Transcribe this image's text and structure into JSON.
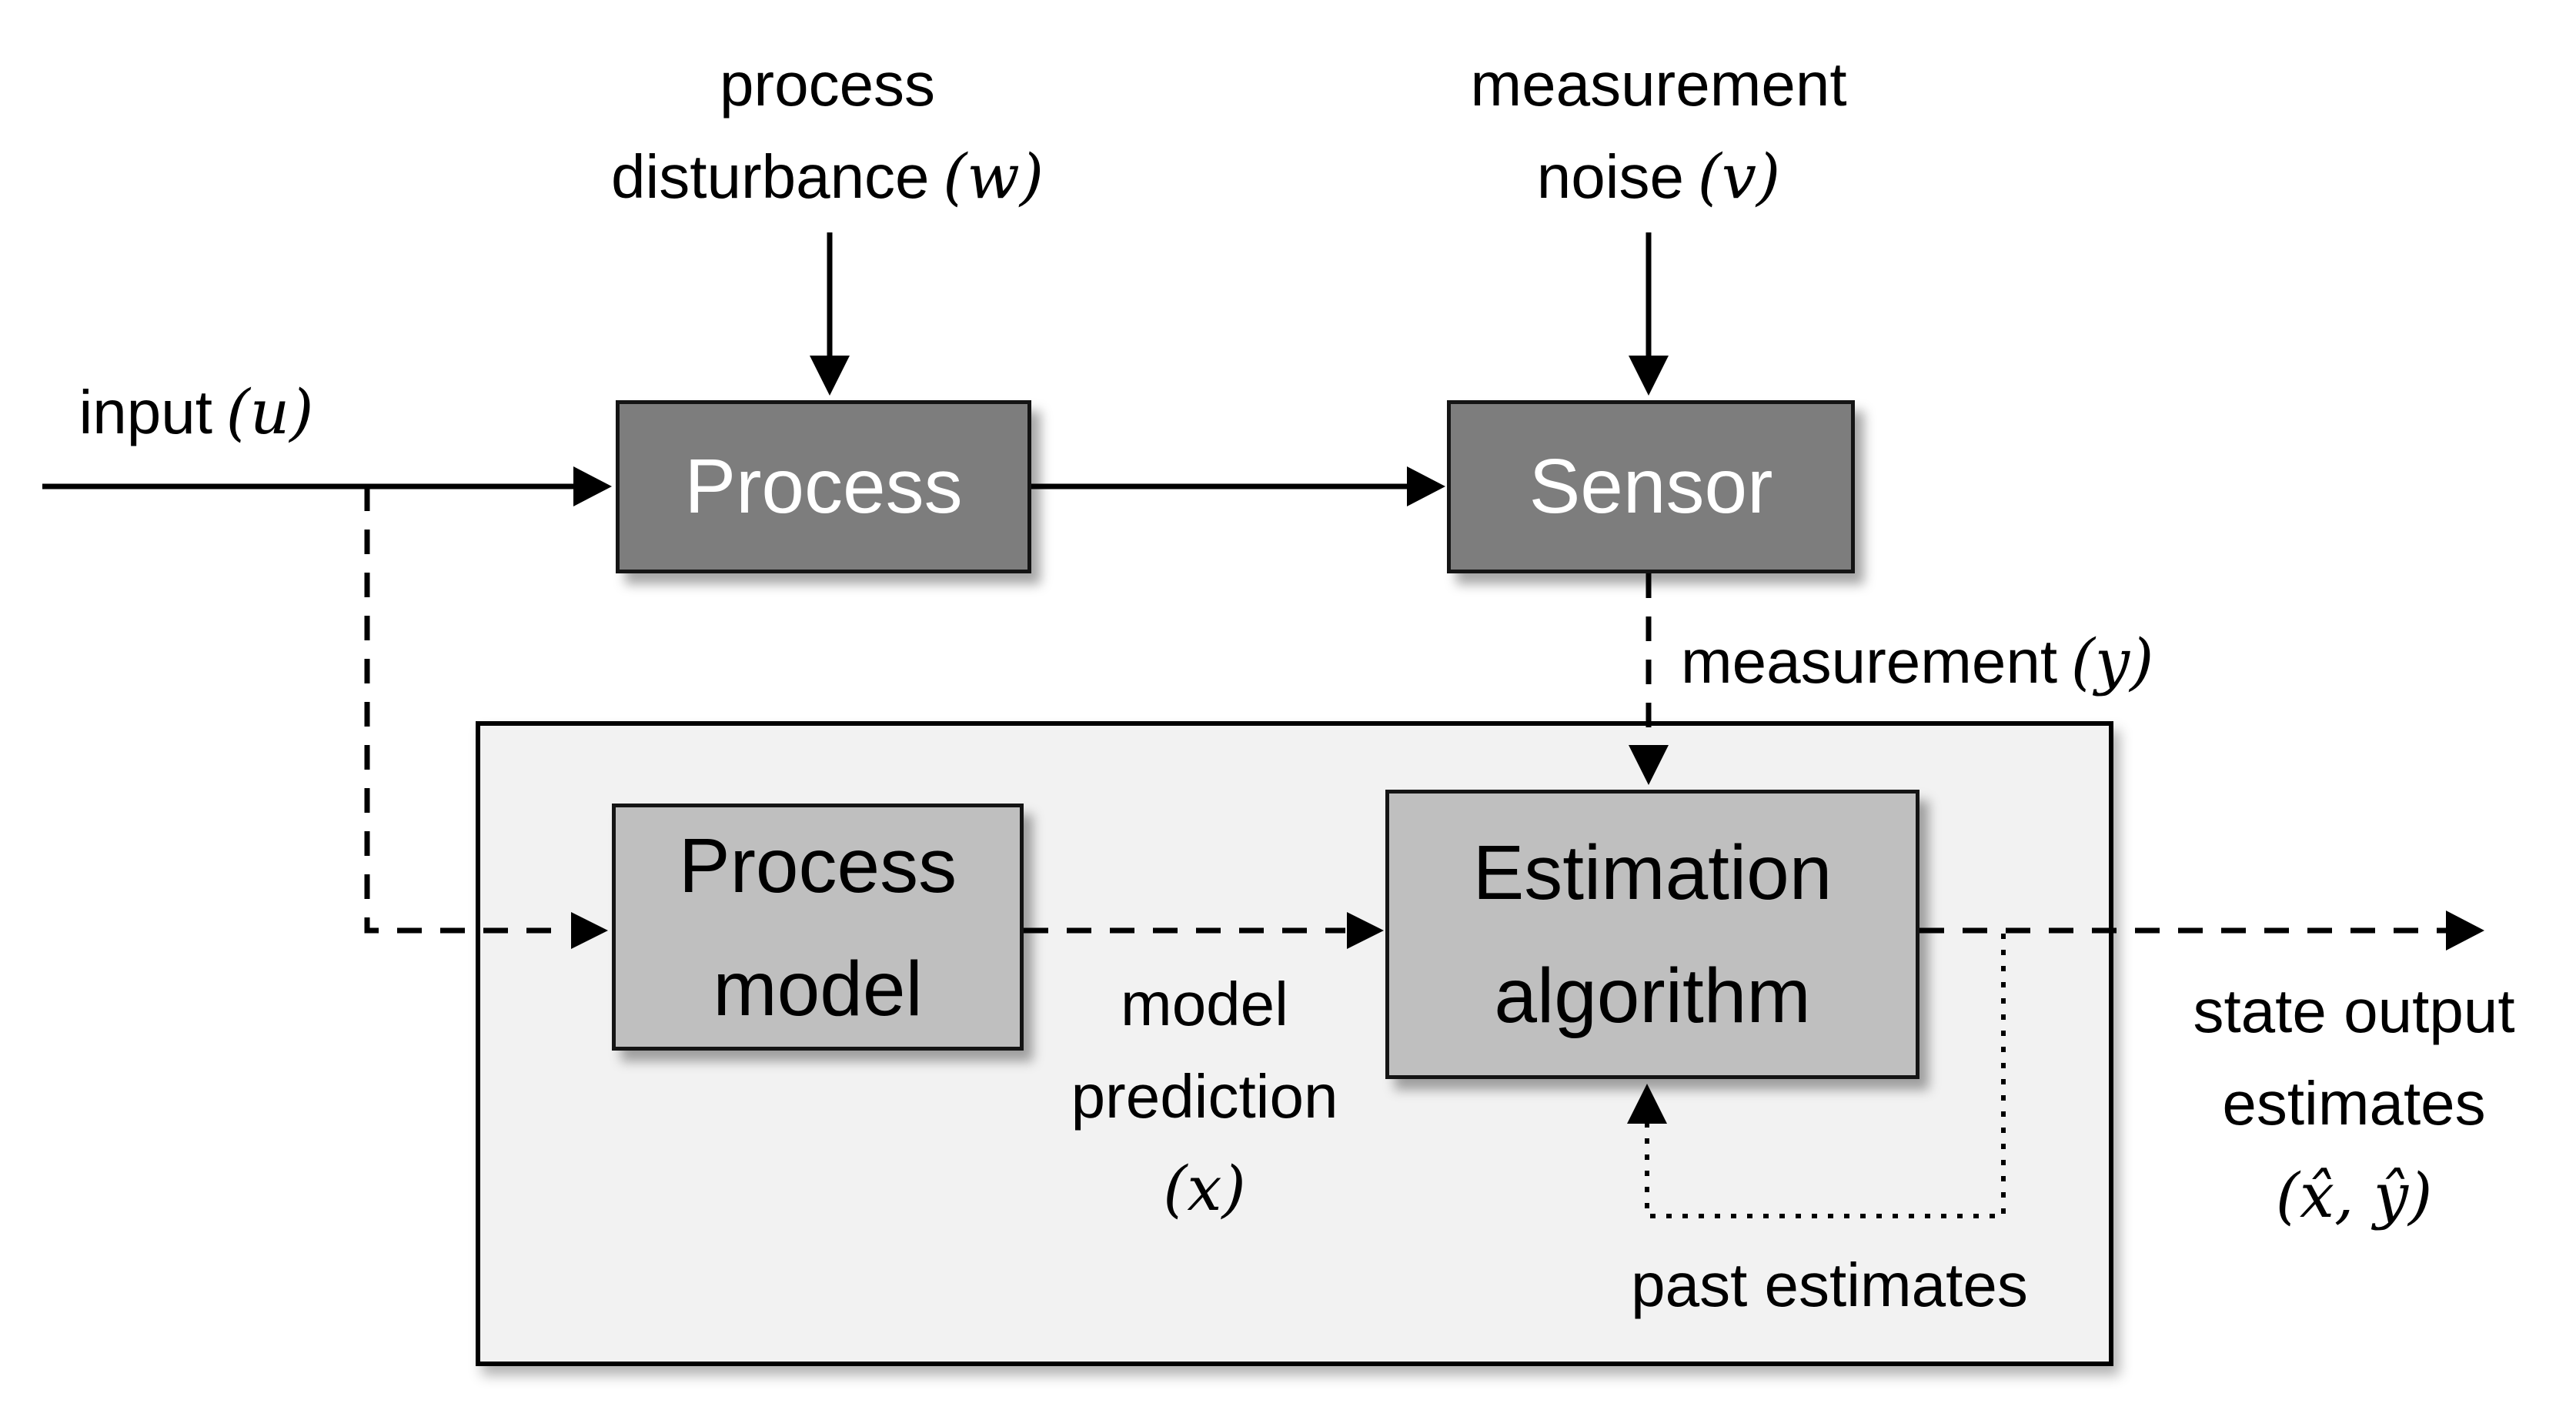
{
  "colors": {
    "background": "#ffffff",
    "dark_box_fill": "#7d7d7d",
    "dark_box_text": "#ffffff",
    "inner_box_fill": "#bfbfbf",
    "panel_fill": "#f2f2f2",
    "line": "#000000",
    "label_text": "#000000"
  },
  "boxes": {
    "process": {
      "label": "Process"
    },
    "sensor": {
      "label": "Sensor"
    },
    "process_model": {
      "line1": "Process",
      "line2": "model"
    },
    "estimation_algorithm": {
      "line1": "Estimation",
      "line2": "algorithm"
    }
  },
  "labels": {
    "input": {
      "text": "input",
      "symbol": "(u)"
    },
    "process_disturbance": {
      "line1": "process",
      "line2": "disturbance",
      "symbol": "(w)"
    },
    "measurement_noise": {
      "line1": "measurement",
      "line2": "noise",
      "symbol": "(v)"
    },
    "measurement": {
      "text": "measurement",
      "symbol": "(y)"
    },
    "model_prediction": {
      "line1": "model",
      "line2": "prediction",
      "symbol": "(x)"
    },
    "past_estimates": {
      "text": "past estimates"
    },
    "state_output_estimates": {
      "line1": "state output",
      "line2": "estimates",
      "symbol": "(x̂, ŷ)"
    }
  },
  "connectors": [
    {
      "id": "input-line",
      "from": "input (u)",
      "to": "Process",
      "style": "solid-arrow"
    },
    {
      "id": "input-branch",
      "from": "input (u)",
      "to": "Process model",
      "style": "dashed-arrow"
    },
    {
      "id": "disturbance-arrow",
      "from": "process disturbance (w)",
      "to": "Process",
      "style": "solid-arrow"
    },
    {
      "id": "noise-arrow",
      "from": "measurement noise (v)",
      "to": "Sensor",
      "style": "solid-arrow"
    },
    {
      "id": "process-to-sensor",
      "from": "Process",
      "to": "Sensor",
      "style": "solid-arrow"
    },
    {
      "id": "measurement-drop",
      "from": "Sensor",
      "to": "Estimation algorithm",
      "style": "dashed-arrow"
    },
    {
      "id": "model-to-estimation",
      "from": "Process model",
      "to": "Estimation algorithm",
      "style": "dashed-arrow"
    },
    {
      "id": "output-arrow",
      "from": "Estimation algorithm",
      "to": "state output estimates (x̂, ŷ)",
      "style": "dashed-arrow"
    },
    {
      "id": "past-estimates-loop",
      "from": "Estimation algorithm output",
      "to": "Estimation algorithm",
      "style": "dotted-arrow"
    }
  ]
}
